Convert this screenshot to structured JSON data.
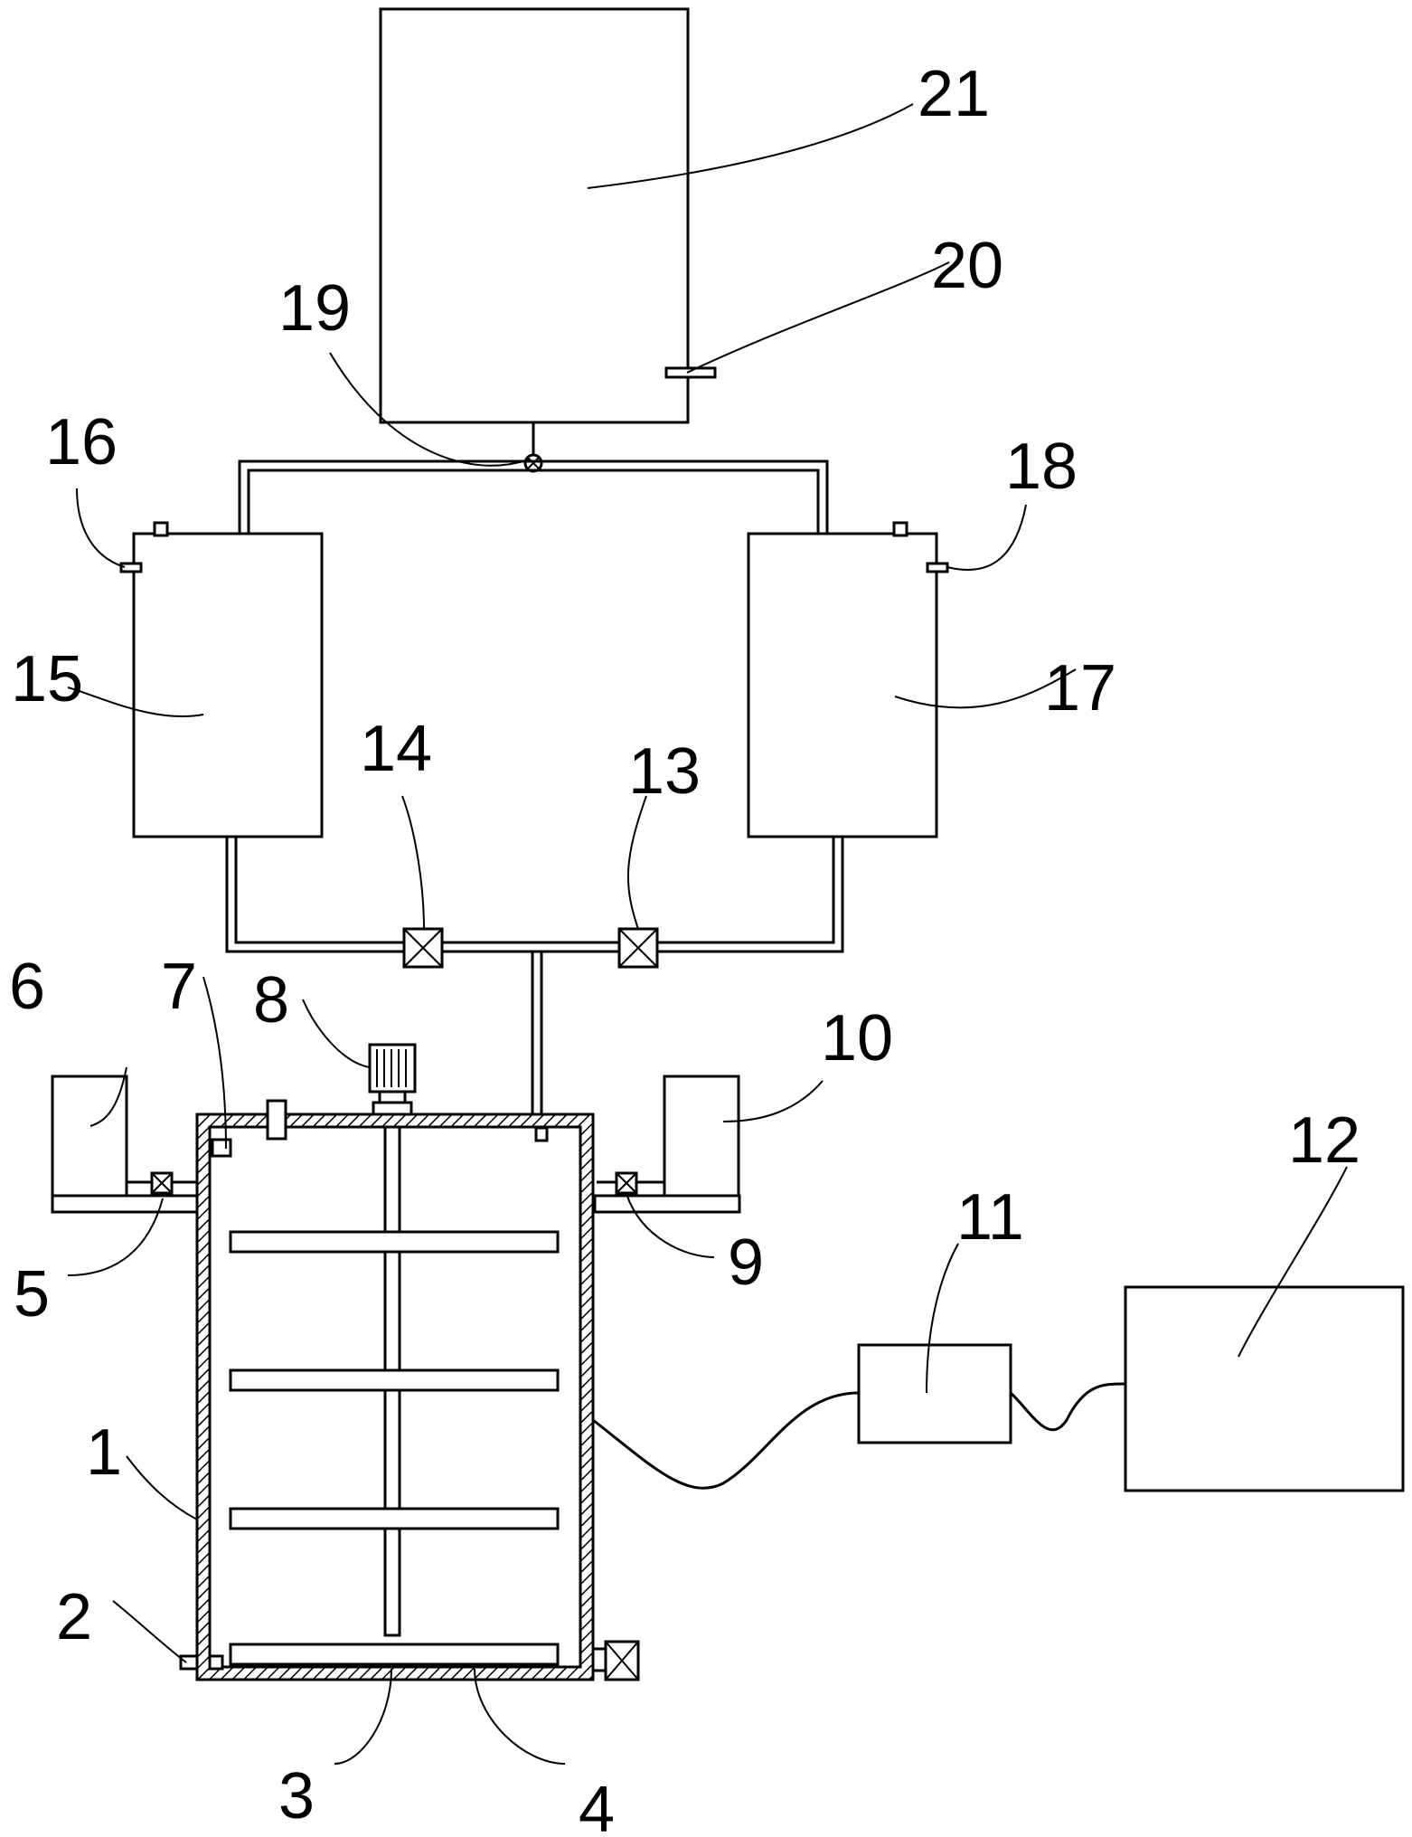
{
  "labels": {
    "n1": "1",
    "n2": "2",
    "n3": "3",
    "n4": "4",
    "n5": "5",
    "n6": "6",
    "n7": "7",
    "n8": "8",
    "n9": "9",
    "n10": "10",
    "n11": "11",
    "n12": "12",
    "n13": "13",
    "n14": "14",
    "n15": "15",
    "n16": "16",
    "n17": "17",
    "n18": "18",
    "n19": "19",
    "n20": "20",
    "n21": "21"
  }
}
